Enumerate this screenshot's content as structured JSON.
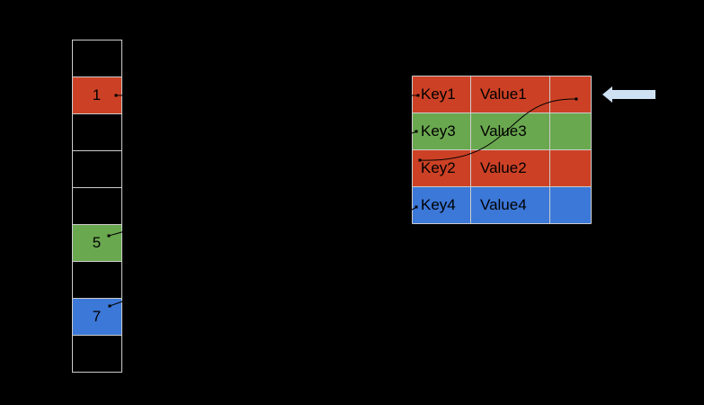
{
  "colors": {
    "background": "#000000",
    "grid_line": "#cccccc",
    "text": "#000000",
    "pointer": "#000000",
    "red": "#cc4125",
    "green": "#6aa84f",
    "blue": "#3c78d8",
    "arrow": "#cfe2f3"
  },
  "bucket_array": {
    "slots": [
      {
        "label": "",
        "color": ""
      },
      {
        "label": "1",
        "color": "red"
      },
      {
        "label": "",
        "color": ""
      },
      {
        "label": "",
        "color": ""
      },
      {
        "label": "",
        "color": ""
      },
      {
        "label": "5",
        "color": "green"
      },
      {
        "label": "",
        "color": ""
      },
      {
        "label": "7",
        "color": "blue"
      },
      {
        "label": "",
        "color": ""
      }
    ]
  },
  "entry_table": {
    "rows": [
      {
        "key": "Key1",
        "value": "Value1",
        "color": "red"
      },
      {
        "key": "Key3",
        "value": "Value3",
        "color": "green"
      },
      {
        "key": "Key2",
        "value": "Value2",
        "color": "red"
      },
      {
        "key": "Key4",
        "value": "Value4",
        "color": "blue"
      }
    ]
  },
  "arrow_icon": "left-arrow-icon"
}
